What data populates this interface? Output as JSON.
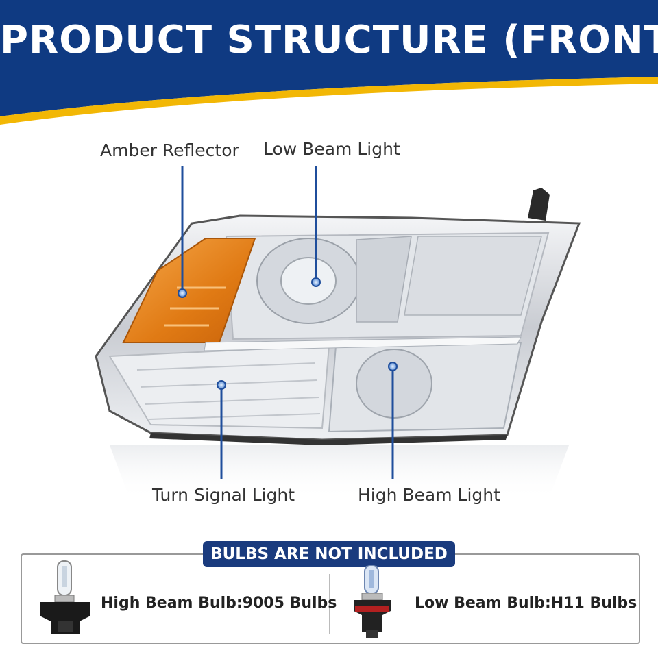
{
  "header": {
    "title": "PRODUCT STRUCTURE (FRONT)",
    "bg_color": "#0f3a82",
    "stripe_color": "#f2b705"
  },
  "callouts": {
    "amber_reflector": "Amber Reflector",
    "low_beam": "Low Beam Light",
    "turn_signal": "Turn Signal Light",
    "high_beam": "High Beam Light"
  },
  "bulbs": {
    "notice": "BULBS ARE NOT INCLUDED",
    "high_beam_bulb": "High Beam Bulb:9005 Bulbs",
    "low_beam_bulb": "Low Beam Bulb:H11 Bulbs"
  }
}
